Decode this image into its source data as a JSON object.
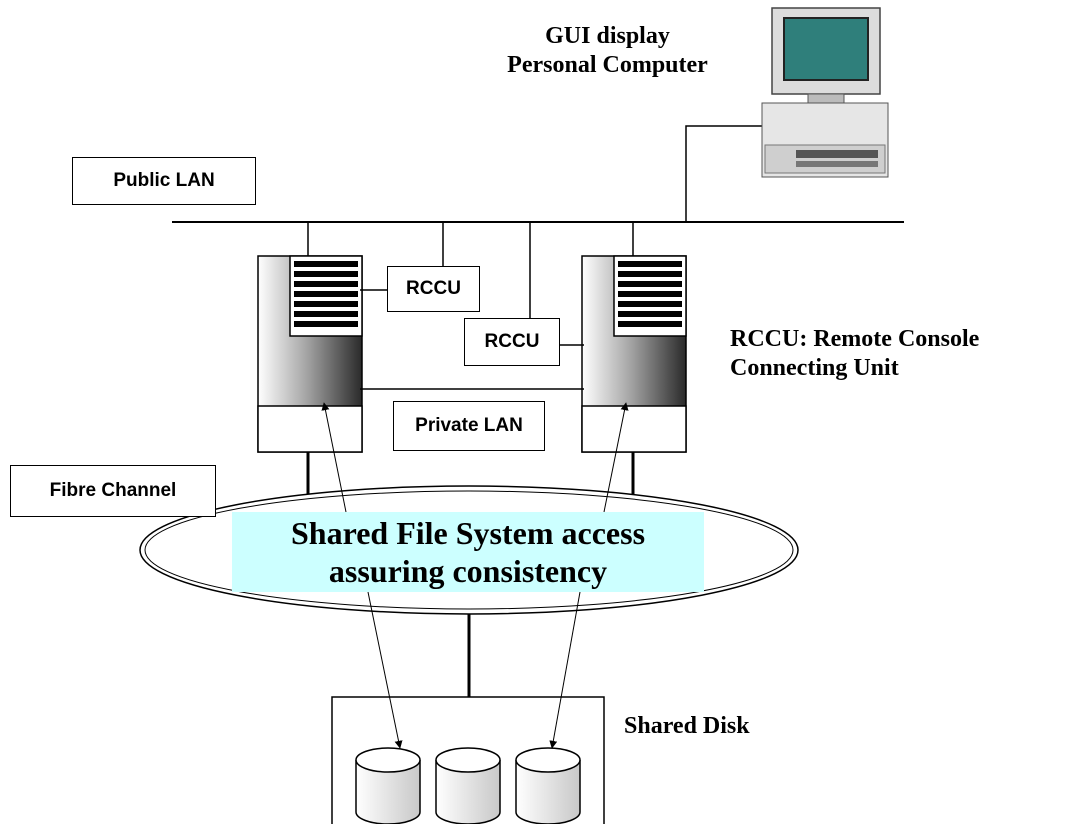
{
  "labels": {
    "pc_line1": "GUI display",
    "pc_line2": "Personal Computer",
    "public_lan": "Public LAN",
    "rccu_left": "RCCU",
    "rccu_right": "RCCU",
    "rccu_note_line1": "RCCU: Remote Console",
    "rccu_note_line2": "Connecting Unit",
    "private_lan": "Private LAN",
    "fibre_channel": "Fibre Channel",
    "shared_fs_line1": "Shared File System access",
    "shared_fs_line2": "assuring consistency",
    "shared_disk": "Shared Disk"
  },
  "colors": {
    "line": "#000000",
    "highlight": "#ccffff",
    "monitor_screen": "#2f7f7b",
    "server_fill": "#d9d9d9"
  }
}
